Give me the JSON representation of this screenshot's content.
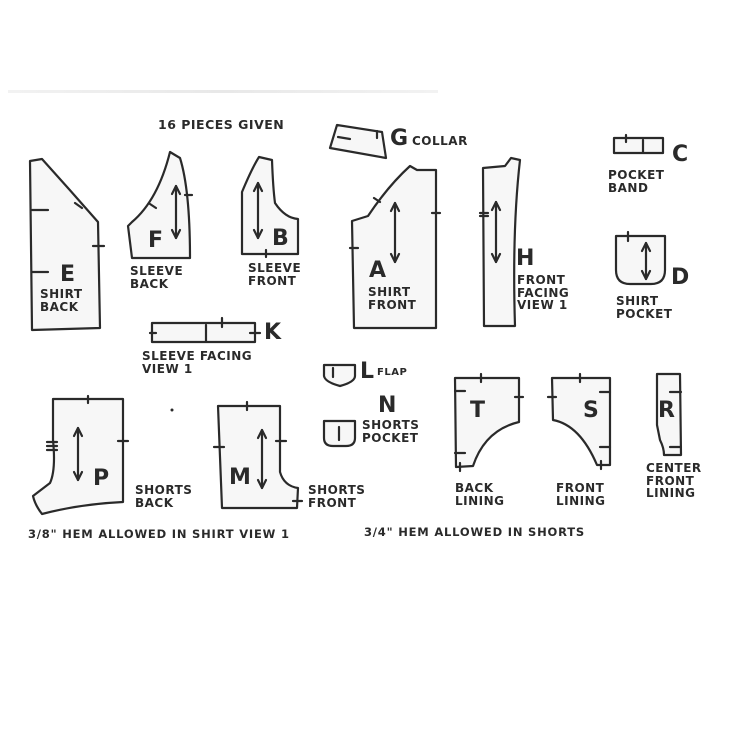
{
  "diagram": {
    "title": "16 PIECES GIVEN",
    "colors": {
      "ink": "#2a2a2a",
      "fill": "#f4f4f4",
      "background": "#ffffff"
    },
    "pieces": [
      {
        "letter": "E",
        "label": "SHIRT\nBACK"
      },
      {
        "letter": "F",
        "label": "SLEEVE\nBACK"
      },
      {
        "letter": "B",
        "label": "SLEEVE\nFRONT"
      },
      {
        "letter": "G",
        "label": "COLLAR"
      },
      {
        "letter": "A",
        "label": "SHIRT\nFRONT"
      },
      {
        "letter": "H",
        "label": "FRONT\nFACING\nVIEW 1"
      },
      {
        "letter": "C",
        "label": "POCKET\nBAND"
      },
      {
        "letter": "D",
        "label": "SHIRT\nPOCKET"
      },
      {
        "letter": "K",
        "label": "SLEEVE FACING\nVIEW 1"
      },
      {
        "letter": "L",
        "label": "FLAP"
      },
      {
        "letter": "N",
        "label": "SHORTS\nPOCKET"
      },
      {
        "letter": "P",
        "label": "SHORTS\nBACK"
      },
      {
        "letter": "M",
        "label": "SHORTS\nFRONT"
      },
      {
        "letter": "T",
        "label": "BACK\nLINING"
      },
      {
        "letter": "S",
        "label": "FRONT\nLINING"
      },
      {
        "letter": "R",
        "label": "CENTER\nFRONT\nLINING"
      }
    ],
    "notes": [
      "3/8\" HEM ALLOWED IN SHIRT VIEW 1",
      "3/4\" HEM ALLOWED IN SHORTS"
    ]
  }
}
